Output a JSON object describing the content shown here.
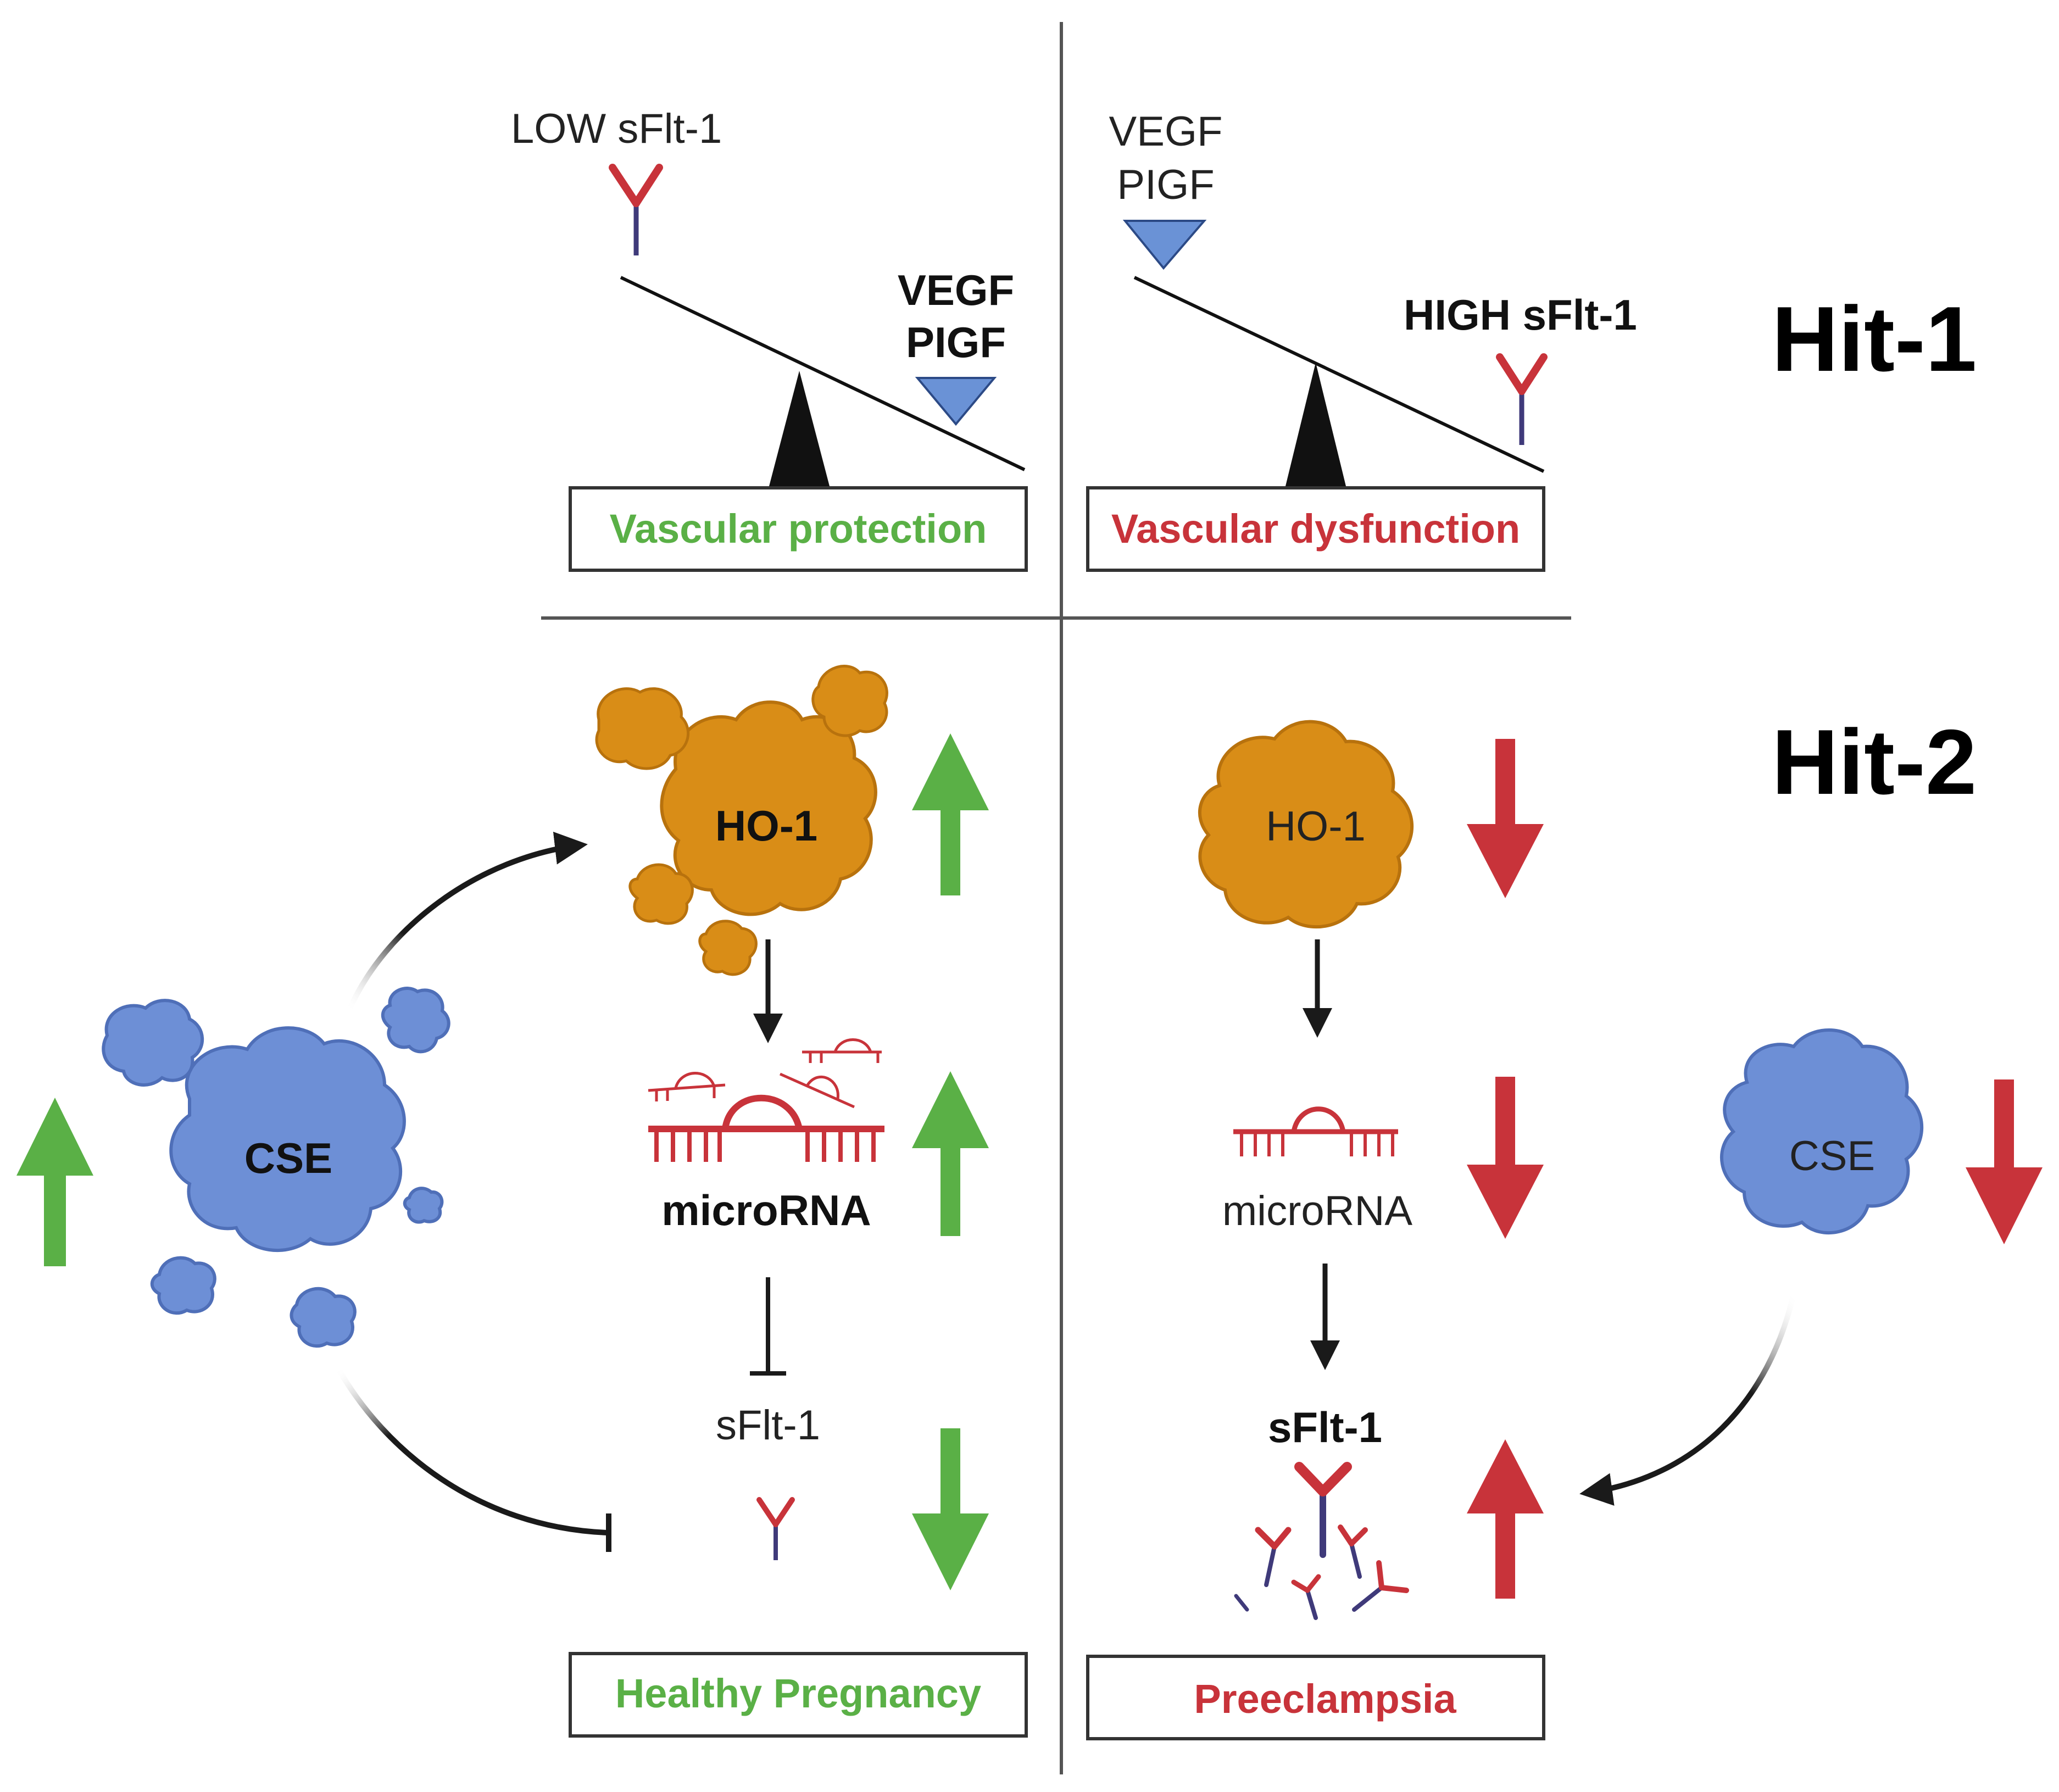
{
  "hit1_label": "Hit-1",
  "hit2_label": "Hit-2",
  "left": {
    "sflt_label": "LOW sFlt-1",
    "vegf_label": "VEGF",
    "pigf_label": "PIGF",
    "outcome_box": "Vascular protection",
    "ho1_label": "HO-1",
    "microrna_label": "microRNA",
    "sflt1_label": "sFlt-1",
    "final_box": "Healthy Pregnancy",
    "cse_label": "CSE"
  },
  "right": {
    "vegf_label": "VEGF",
    "pigf_label": "PIGF",
    "sflt_label": "HIGH sFlt-1",
    "outcome_box": "Vascular dysfunction",
    "ho1_label": "HO-1",
    "microrna_label": "microRNA",
    "sflt1_label": "sFlt-1",
    "final_box": "Preeclampsia",
    "cse_label": "CSE"
  },
  "colors": {
    "green": "#5ab046",
    "red": "#c8333a",
    "ho1_orange": "#d98d17",
    "cse_blue": "#6d8fd6",
    "triangle_blue": "#6a92d6",
    "antibody_red": "#c8333a",
    "antibody_stem": "#3f3a7a"
  }
}
